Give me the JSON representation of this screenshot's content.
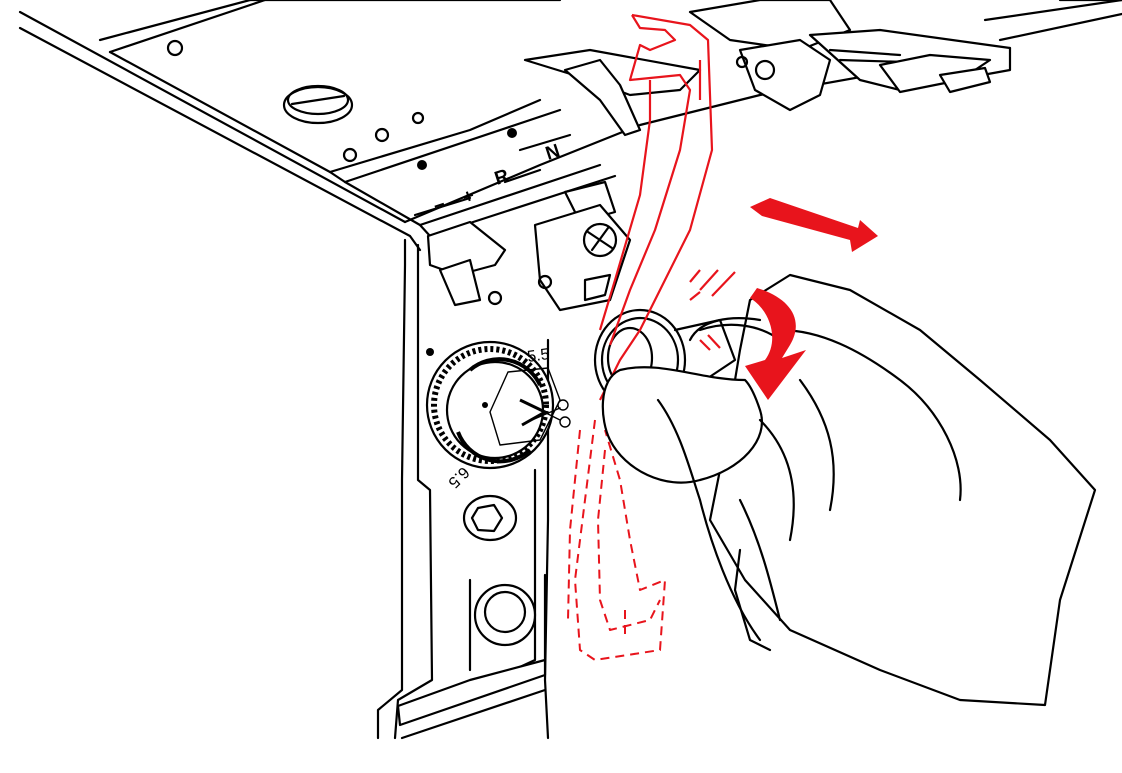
{
  "dial": {
    "top_label": "5.5",
    "bottom_label": "6.5"
  },
  "panel_marks": {
    "n": "N",
    "r": "R",
    "plus": "+",
    "minus": "−"
  },
  "colors": {
    "arrow": "#e8141c",
    "lever_outline": "#e8141c",
    "line_art": "#000000"
  },
  "icons": [
    "scissors-icon",
    "screw-slot-icon",
    "direction-arrow",
    "rotation-arrow"
  ]
}
